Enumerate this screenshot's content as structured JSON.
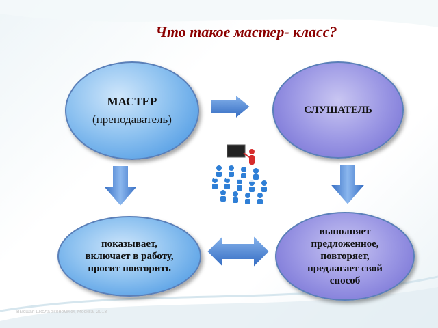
{
  "title": "Что такое мастер- класс?",
  "nodes": {
    "master": {
      "line1": "МАСТЕР",
      "line2": "(преподаватель)"
    },
    "listener": {
      "label": "СЛУШАТЕЛЬ"
    },
    "shows": {
      "text": "показывает, включает в работу, просит повторить"
    },
    "performs": {
      "text": "выполняет предложенное, повторяет, предлагает свой способ"
    }
  },
  "footer": "Высшая школа экономики, Москва, 2013",
  "colors": {
    "title": "#8b0000",
    "master_fill": "#3d8fe0",
    "listener_fill": "#6f6ad2",
    "arrow_fill": "#3a74c8"
  },
  "icons": [
    "teacher-students-clipart"
  ]
}
